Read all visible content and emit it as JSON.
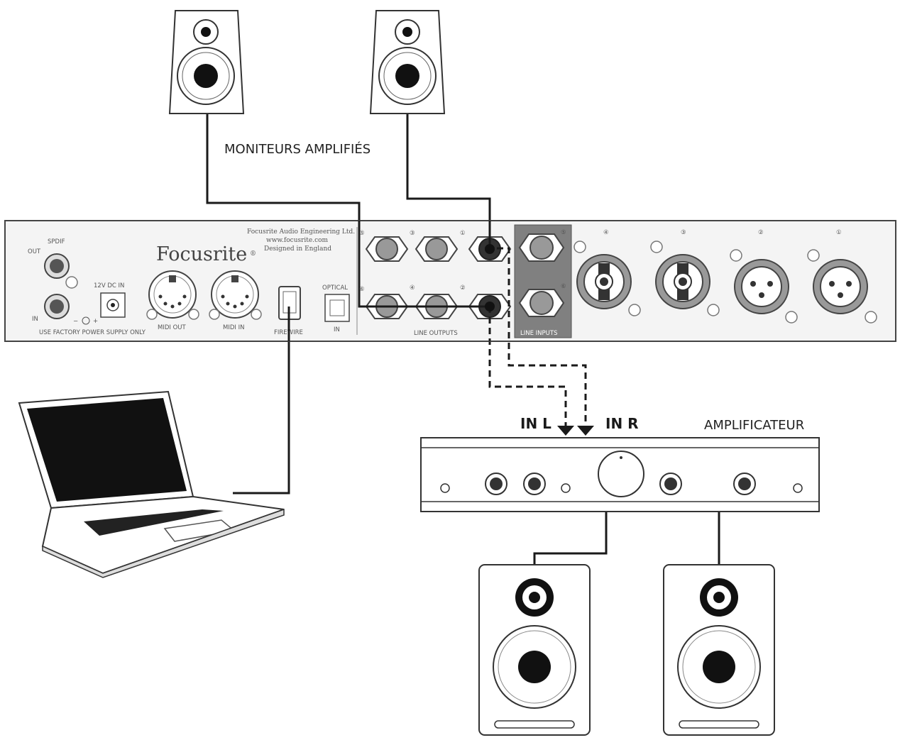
{
  "labels": {
    "powered_monitors": "MONITEURS AMPLIFIÉS",
    "amplifier": "AMPLIFICATEUR",
    "in_l": "IN L",
    "in_r": "IN R"
  },
  "interface": {
    "brand": "Focusrite",
    "registered": "®",
    "maker_line1": "Focusrite Audio Engineering Ltd.",
    "maker_line2": "www.focusrite.com",
    "maker_line3": "Designed in England",
    "spdif": "SPDIF",
    "spdif_out": "OUT",
    "spdif_in": "IN",
    "dc_in": "12V DC IN",
    "dc_polarity_minus": "−",
    "dc_polarity_plus": "+",
    "power_note": "USE FACTORY POWER SUPPLY ONLY",
    "midi_out": "MIDI OUT",
    "midi_in": "MIDI IN",
    "firewire": "FIREWIRE",
    "optical": "OPTICAL",
    "optical_in": "IN",
    "line_outputs": "LINE OUTPUTS",
    "line_inputs": "LINE INPUTS",
    "out_nums": {
      "o5": "⑤",
      "o3": "③",
      "o1": "①",
      "o6": "⑥",
      "o4": "④",
      "o2": "②"
    },
    "in_nums": {
      "i5": "⑤",
      "i6": "⑥"
    },
    "combo_nums": {
      "c4": "④",
      "c3": "③",
      "c2": "②",
      "c1": "①"
    }
  },
  "colors": {
    "line": "#1a1a1a",
    "panel_fill": "#f4f4f4",
    "line_inputs_block": "#808080",
    "jack_fill": "#999999"
  },
  "icons": [
    "speaker-icon",
    "laptop-icon",
    "amplifier-icon",
    "audio-interface-icon",
    "jack-socket-icon",
    "xlr-socket-icon",
    "midi-socket-icon"
  ]
}
